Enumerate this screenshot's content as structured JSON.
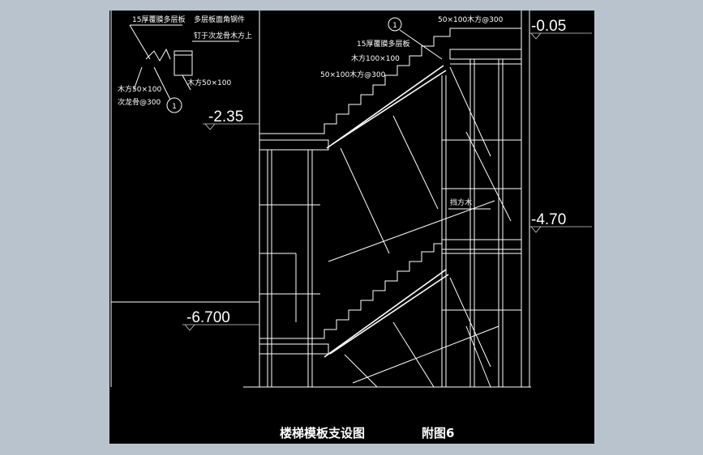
{
  "drawing": {
    "title": "楼梯模板支设图",
    "figure_no": "附图6",
    "levels": {
      "top": "-0.05",
      "upper_left": "-2.35",
      "mid_right": "-4.70",
      "lower_left": "-6.700"
    },
    "detail_callout": "1",
    "detail_labels": {
      "plywood_15": "15厚覆膜多层板",
      "plywood_nail_1": "多层板面角钢件",
      "plywood_nail_2": "钉于次龙骨木方上",
      "timber_50x100": "木方50×100",
      "timber_50x100_b": "木方50×100",
      "secondary_keel": "次龙骨@300"
    },
    "main_labels": {
      "timber_top": "50×100木方@300",
      "plywood": "15厚覆膜多层板",
      "timber_100": "木方100×100",
      "timber_stair": "50×100木方@300",
      "stop_block": "挡方木"
    }
  }
}
